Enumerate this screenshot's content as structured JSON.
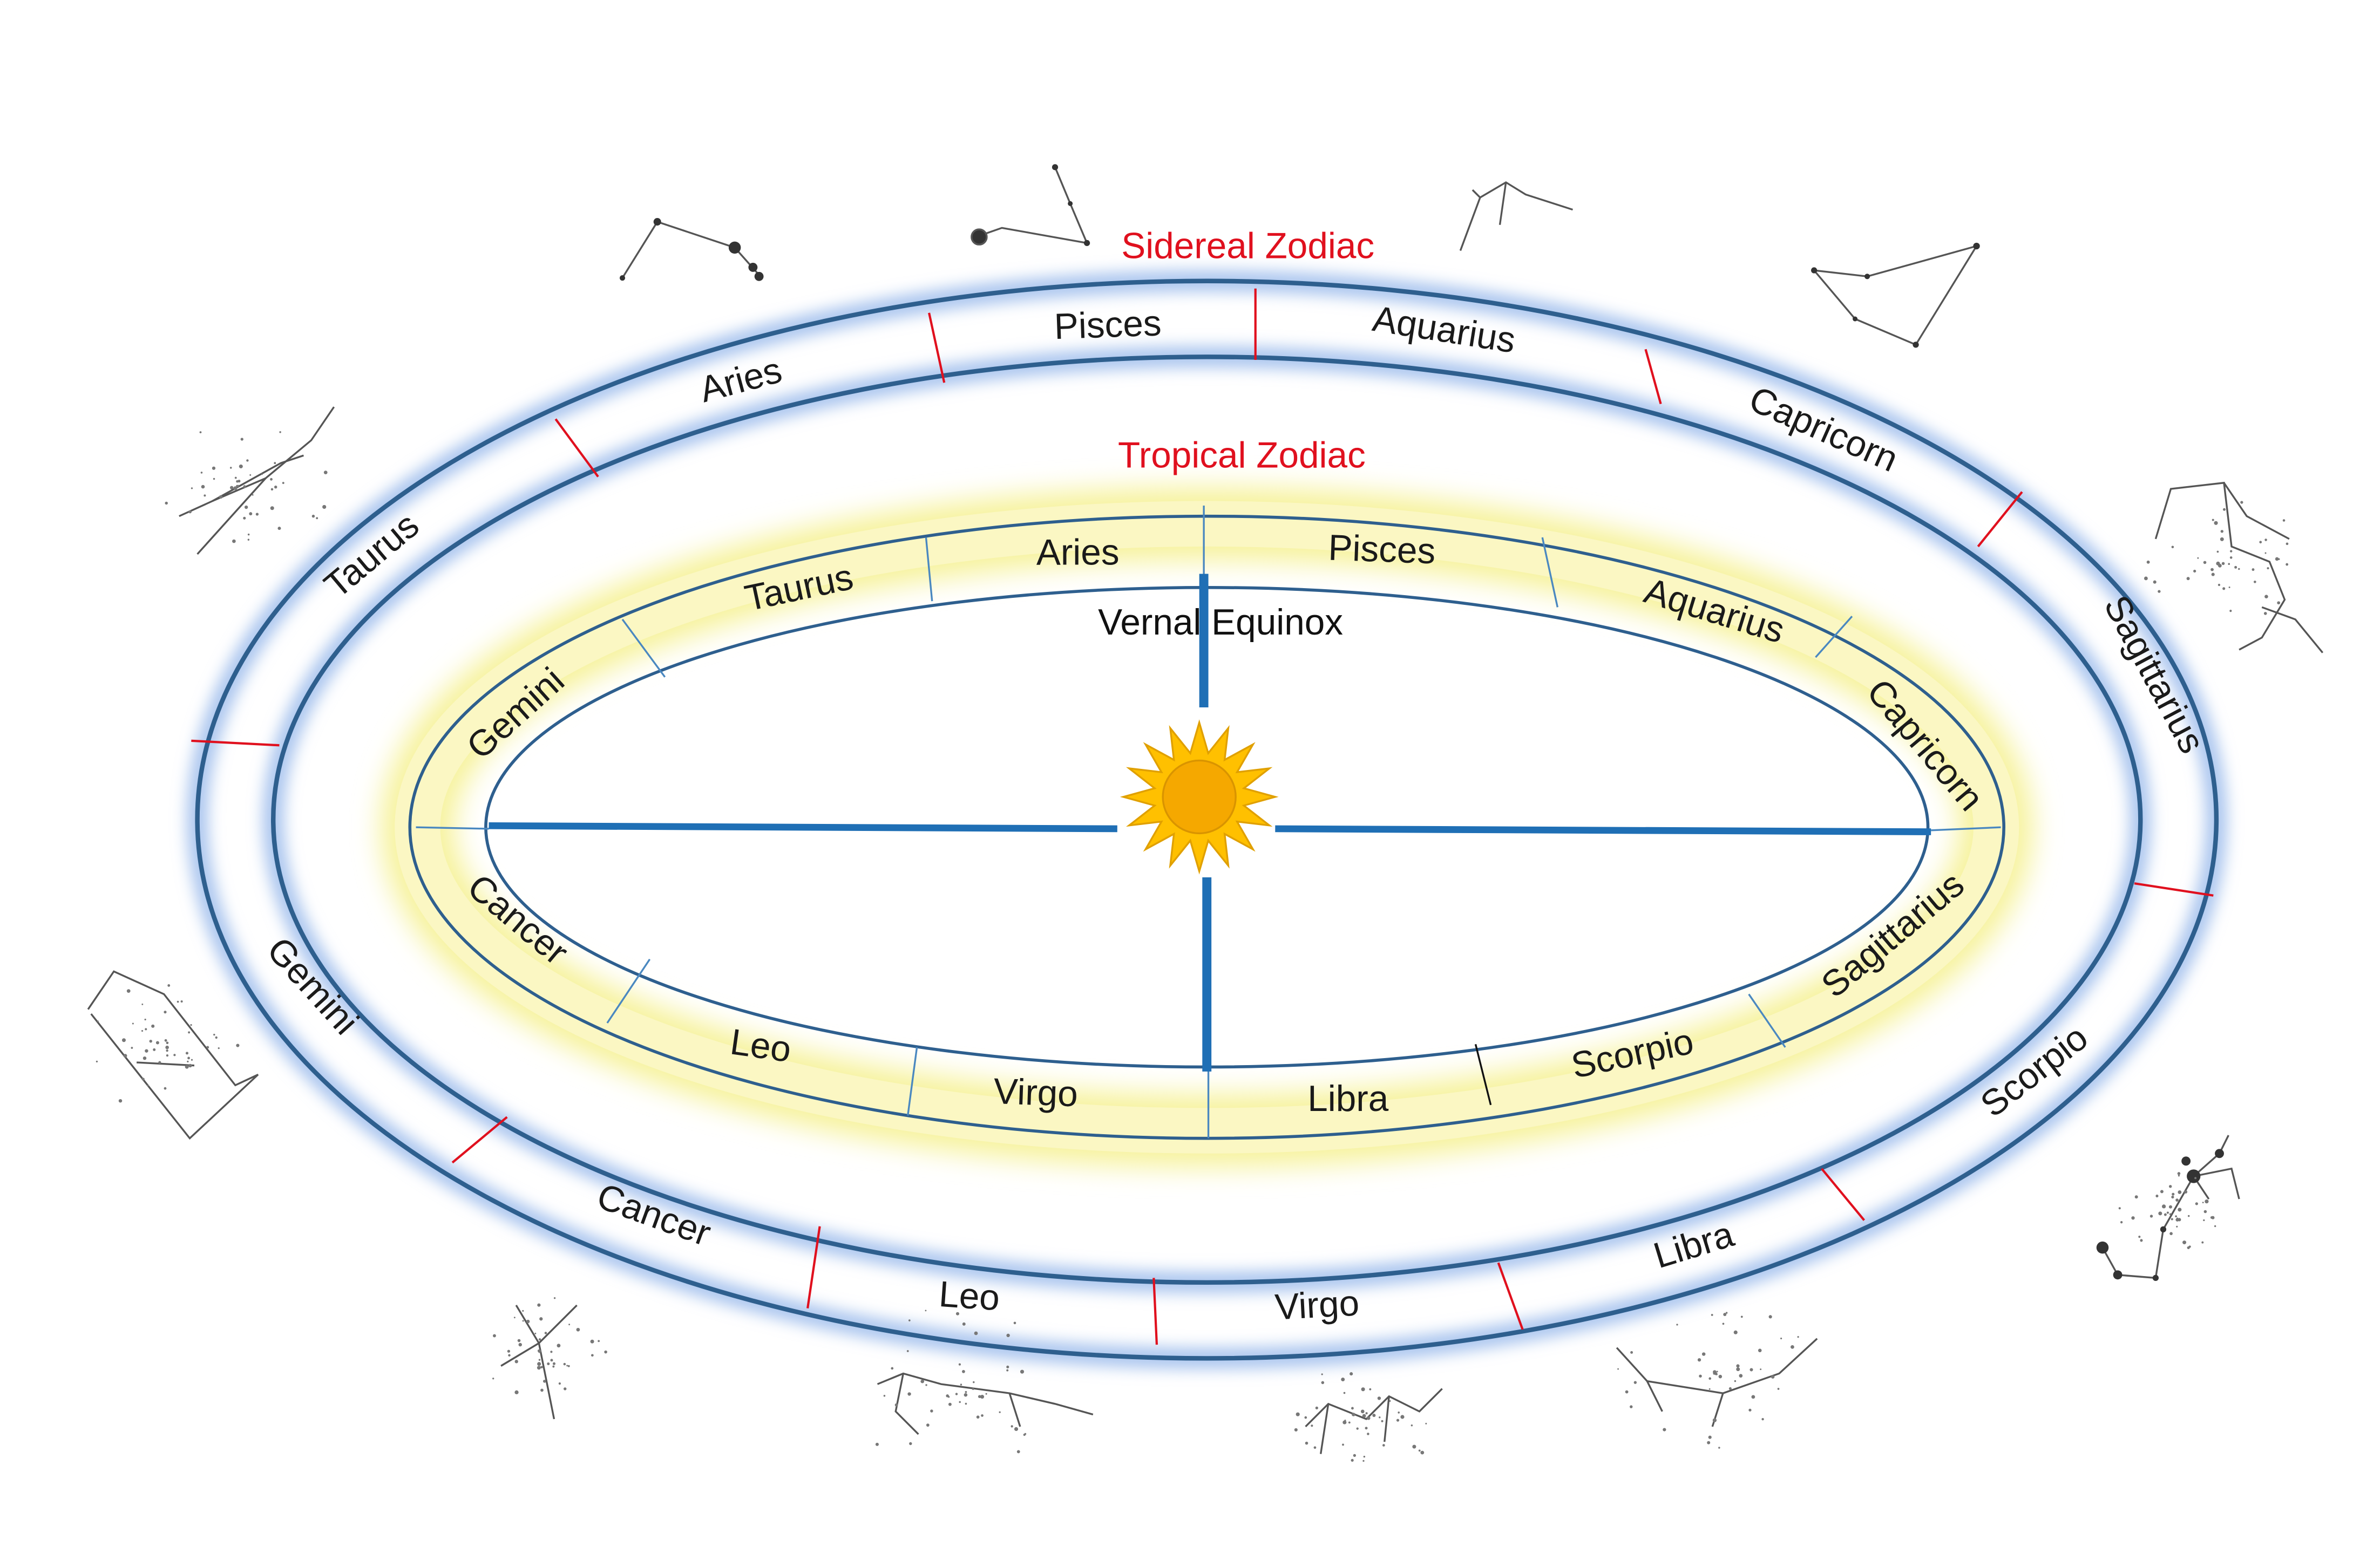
{
  "rings": {
    "sidereal_title": "Sidereal Zodiac",
    "tropical_title": "Tropical Zodiac"
  },
  "center": {
    "equinox_label": "Vernal Equinox",
    "sun_icon": "sun-icon"
  },
  "sidereal_signs": [
    "Pisces",
    "Aquarius",
    "Capricorn",
    "Sagittarius",
    "Scorpio",
    "Libra",
    "Virgo",
    "Leo",
    "Cancer",
    "Gemini",
    "Taurus",
    "Aries"
  ],
  "tropical_signs": [
    "Aries",
    "Pisces",
    "Aquarius",
    "Capricorn",
    "Sagittarius",
    "Scorpio",
    "Libra",
    "Virgo",
    "Leo",
    "Cancer",
    "Gemini",
    "Taurus"
  ],
  "constellations": [
    "aries",
    "pisces",
    "aquarius",
    "capricorn",
    "sagittarius",
    "scorpio",
    "libra",
    "virgo",
    "leo",
    "cancer",
    "gemini",
    "taurus"
  ],
  "colors": {
    "ring_stroke": "#2e5f8e",
    "ring_glow_blue": "#a9c4ee",
    "ring_glow_yellow": "#f6f29a",
    "divider_red": "#e0101e",
    "axis_blue": "#1f6fb5",
    "sun_fill": "#ffc000",
    "sun_core": "#f5a800",
    "title_red": "#e0101e"
  }
}
